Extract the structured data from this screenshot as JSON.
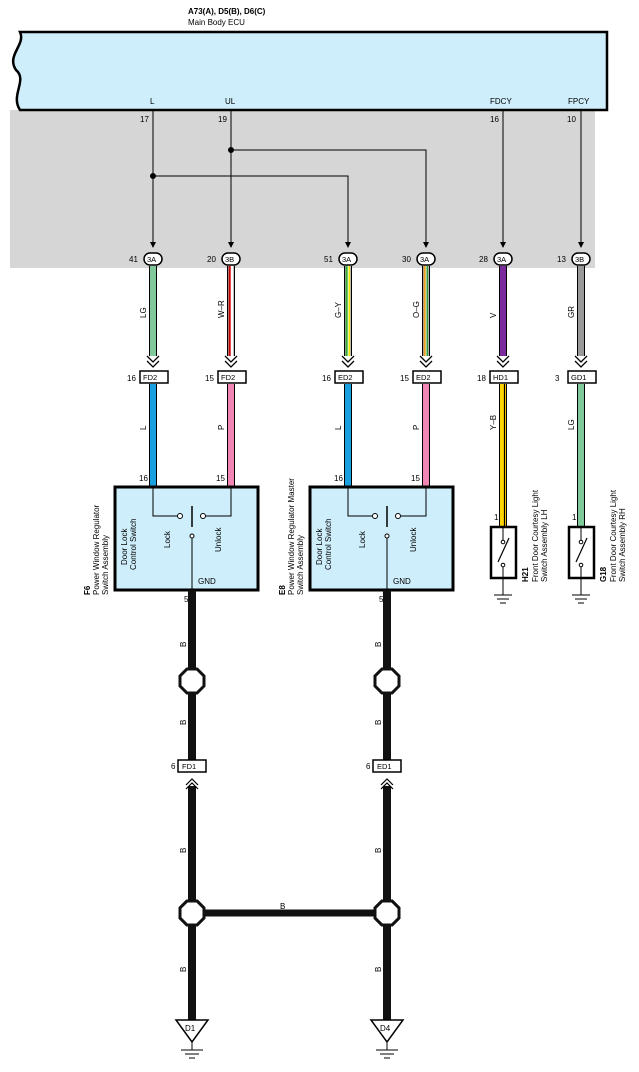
{
  "ecu": {
    "ref": "A73(A), D5(B), D6(C)",
    "name": "Main Body ECU",
    "terminals": [
      {
        "signal": "L",
        "pin": "17"
      },
      {
        "signal": "UL",
        "pin": "19"
      },
      {
        "signal": "FDCY",
        "pin": "16"
      },
      {
        "signal": "FPCY",
        "pin": "10"
      }
    ]
  },
  "ecu_connectors": [
    {
      "pin": "41",
      "conn": "3A",
      "wire": "LG",
      "color": "#7fc99a"
    },
    {
      "pin": "20",
      "conn": "3B",
      "wire": "W–R",
      "color": "#cc0000"
    },
    {
      "pin": "51",
      "conn": "3A",
      "wire": "G–Y",
      "color": "#33aa33"
    },
    {
      "pin": "30",
      "conn": "3A",
      "wire": "O–G",
      "color": "#e8a020"
    },
    {
      "pin": "28",
      "conn": "3A",
      "wire": "V",
      "color": "#7a2a9a"
    },
    {
      "pin": "13",
      "conn": "3B",
      "wire": "GR",
      "color": "#999999"
    }
  ],
  "junctions": [
    {
      "pin": "16",
      "conn": "FD2",
      "wire": "L",
      "color": "#1a9fe0"
    },
    {
      "pin": "15",
      "conn": "FD2",
      "wire": "P",
      "color": "#ef86b4"
    },
    {
      "pin": "16",
      "conn": "ED2",
      "wire": "L",
      "color": "#1a9fe0"
    },
    {
      "pin": "15",
      "conn": "ED2",
      "wire": "P",
      "color": "#ef86b4"
    },
    {
      "pin": "18",
      "conn": "HD1",
      "wire": "Y–B",
      "color": "#ffd400"
    },
    {
      "pin": "3",
      "conn": "GD1",
      "wire": "LG",
      "color": "#7fc99a"
    }
  ],
  "switches": [
    {
      "id": "F6",
      "name_line1": "Power Window Regulator",
      "name_line2": "Switch Assembly",
      "pin_l": "16",
      "pin_r": "15",
      "inner_line1": "Door Lock",
      "inner_line2": "Control Switch",
      "lock": "Lock",
      "unlock": "Unlock",
      "gnd": "GND",
      "gnd_pin": "5"
    },
    {
      "id": "E8",
      "name_line1": "Power Window Regulator Master",
      "name_line2": "Switch Assembly",
      "pin_l": "16",
      "pin_r": "15",
      "inner_line1": "Door Lock",
      "inner_line2": "Control Switch",
      "lock": "Lock",
      "unlock": "Unlock",
      "gnd": "GND",
      "gnd_pin": "5"
    }
  ],
  "courtesy": [
    {
      "id": "H21",
      "name_line1": "Front Door Courtesy Light",
      "name_line2": "Switch Assembly LH",
      "pin": "1"
    },
    {
      "id": "G18",
      "name_line1": "Front Door Courtesy Light",
      "name_line2": "Switch Assembly RH",
      "pin": "1"
    }
  ],
  "ground_wire": {
    "label": "B",
    "color": "#111111"
  },
  "ground_connectors": [
    {
      "pin": "6",
      "conn": "FD1"
    },
    {
      "pin": "6",
      "conn": "ED1"
    }
  ],
  "grounds": [
    "D1",
    "D4"
  ],
  "colors": {
    "ecu_fill": "#cdeefa",
    "shaded_area": "#d6d6d6",
    "switch_fill": "#cdeefa"
  }
}
